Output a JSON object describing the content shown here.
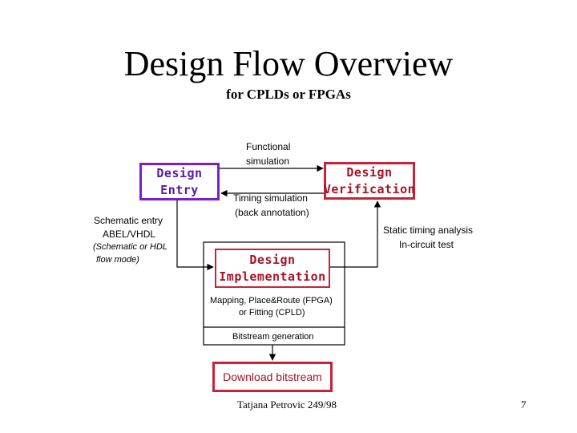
{
  "slide": {
    "title": "Design Flow Overview",
    "subtitle": "for CPLDs or FPGAs",
    "footer": "Tatjana Petrovic 249/98",
    "page_number": "7"
  },
  "diagram": {
    "design_entry": {
      "line1": "Design",
      "line2": "Entry"
    },
    "design_verification": {
      "line1": "Design",
      "line2": "Verification"
    },
    "design_implementation": {
      "line1": "Design",
      "line2": "Implementation"
    },
    "download": "Download bitstream",
    "labels": {
      "functional_sim_1": "Functional",
      "functional_sim_2": "simulation",
      "timing_sim_1": "Timing simulation",
      "timing_sim_2": "(back annotation)",
      "schematic_1": "Schematic entry",
      "schematic_2": "ABEL/VHDL",
      "schematic_3": "(Schematic or HDL",
      "schematic_4": "flow mode)",
      "static_1": "Static timing analysis",
      "static_2": "In-circuit test",
      "mapping_1": "Mapping, Place&Route (FPGA)",
      "mapping_2": "or Fitting (CPLD)",
      "bitstream": "Bitstream generation"
    },
    "colors": {
      "entry_border": "#7a1fc9",
      "red_border": "#c8233a"
    }
  }
}
